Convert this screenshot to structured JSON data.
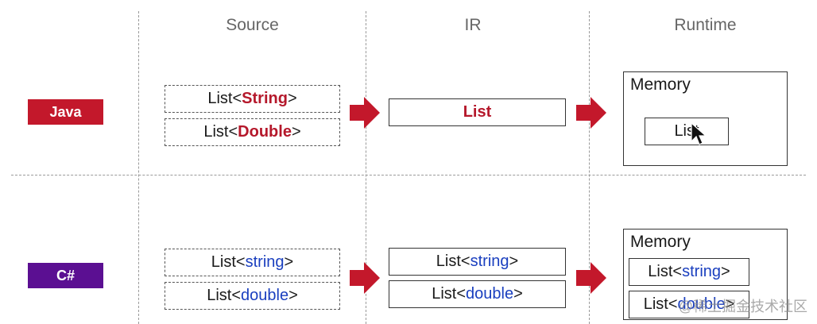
{
  "columns": {
    "source": "Source",
    "ir": "IR",
    "runtime": "Runtime"
  },
  "java": {
    "label": "Java",
    "color": "#c3182b",
    "source": [
      {
        "prefix": "List<",
        "type": "String",
        "suffix": ">"
      },
      {
        "prefix": "List<",
        "type": "Double",
        "suffix": ">"
      }
    ],
    "ir": "List",
    "runtime": {
      "title": "Memory",
      "items": [
        "List"
      ]
    }
  },
  "csharp": {
    "label": "C#",
    "color": "#5b0f92",
    "source": [
      {
        "prefix": "List<",
        "type": "string",
        "suffix": ">"
      },
      {
        "prefix": "List<",
        "type": "double",
        "suffix": ">"
      }
    ],
    "ir": [
      {
        "prefix": "List<",
        "type": "string",
        "suffix": ">"
      },
      {
        "prefix": "List<",
        "type": "double",
        "suffix": ">"
      }
    ],
    "runtime": {
      "title": "Memory",
      "items": [
        {
          "prefix": "List<",
          "type": "string",
          "suffix": ">"
        },
        {
          "prefix": "List<",
          "type": "double",
          "suffix": ">"
        }
      ]
    }
  },
  "arrow_color": "#c3182b",
  "watermark": "@稀土掘金技术社区"
}
